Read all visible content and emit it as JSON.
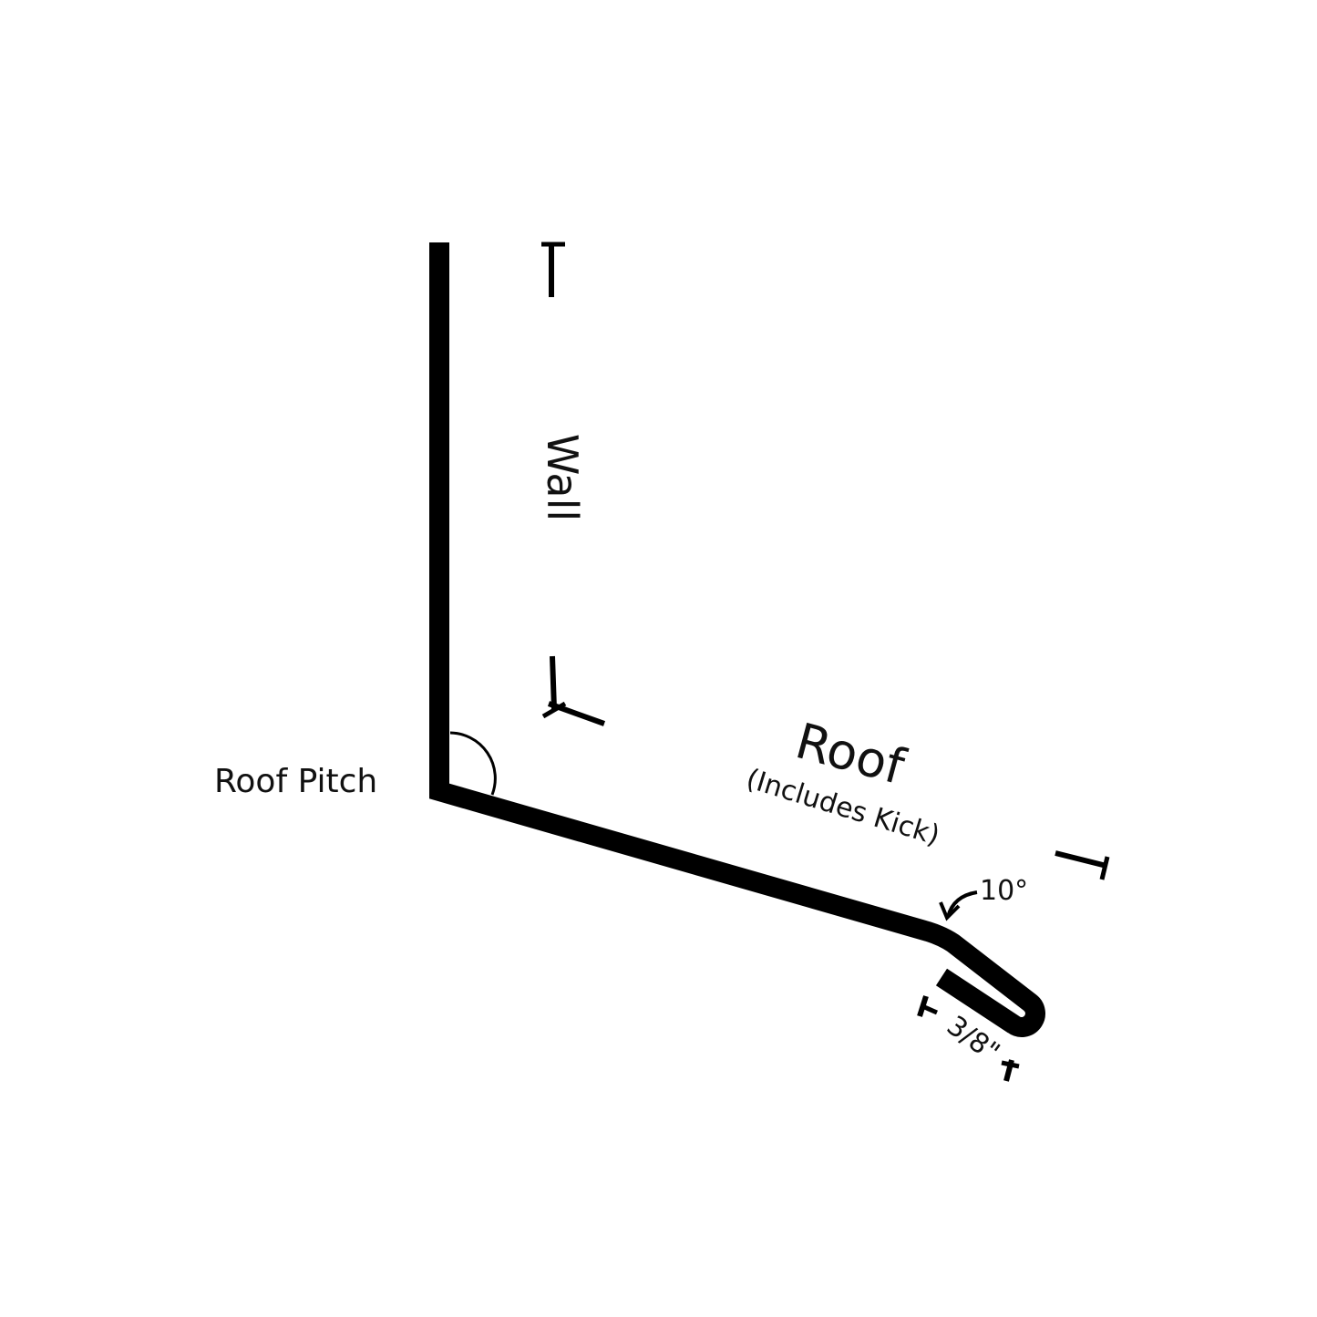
{
  "labels": {
    "wall": "Wall",
    "roof": "Roof",
    "roof_note": "(Includes Kick)",
    "roof_pitch": "Roof Pitch",
    "kick_angle": "10°",
    "hem_size": "3/8\""
  },
  "colors": {
    "stroke": "#000000",
    "background": "#ffffff",
    "text": "#111111"
  }
}
